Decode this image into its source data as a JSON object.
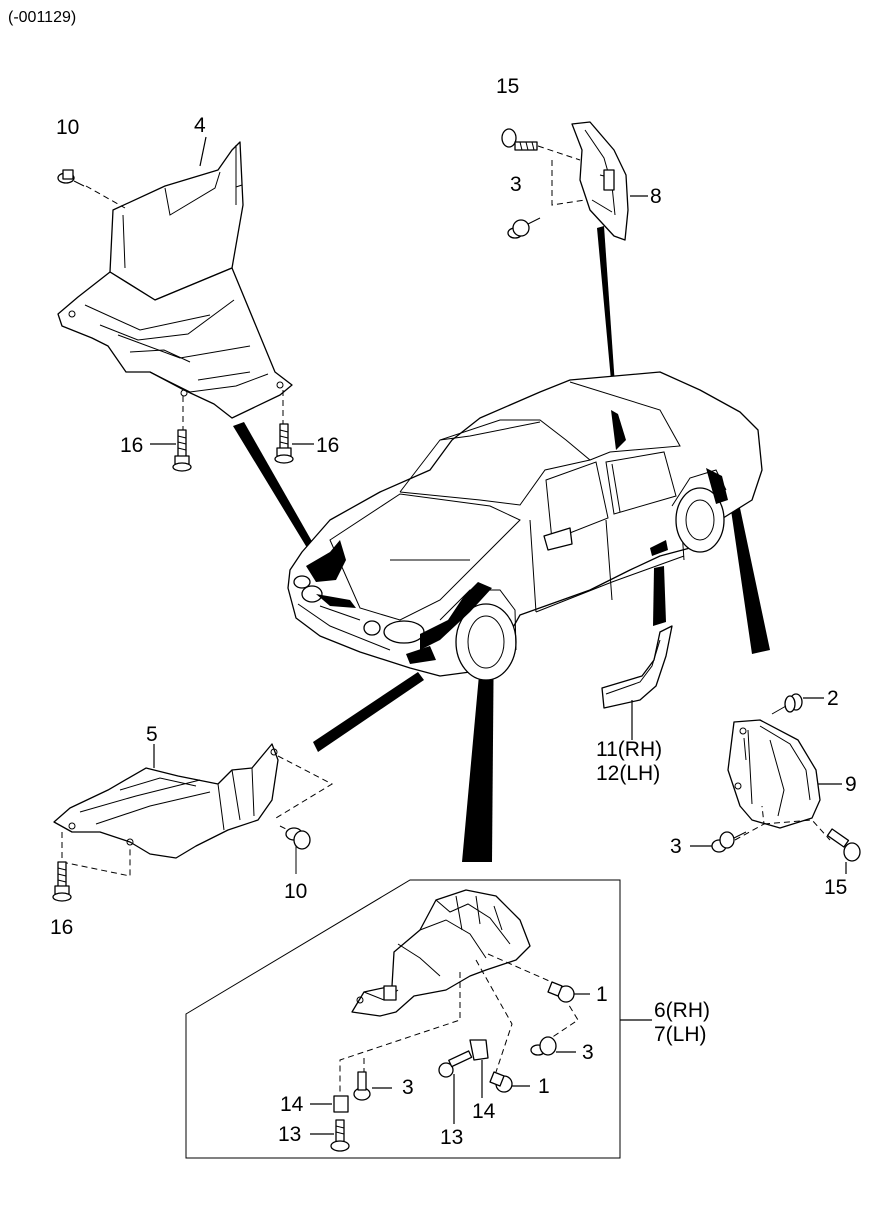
{
  "header": {
    "code": "(-001129)"
  },
  "callouts": {
    "p10_top": "10",
    "p4": "4",
    "p16_left": "16",
    "p16_right": "16",
    "p15_top": "15",
    "p3_top": "3",
    "p8": "8",
    "p2": "2",
    "p9": "9",
    "p3_right": "3",
    "p15_right": "15",
    "p11": "11(RH)",
    "p12": "12(LH)",
    "p5": "5",
    "p10_mid": "10",
    "p16_bottom": "16",
    "p1_upper": "1",
    "p6": "6(RH)",
    "p7": "7(LH)",
    "p3_inner_right": "3",
    "p3_inner_left": "3",
    "p1_lower": "1",
    "p14_left": "14",
    "p13_left": "13",
    "p14_center": "14",
    "p13_center": "13"
  }
}
